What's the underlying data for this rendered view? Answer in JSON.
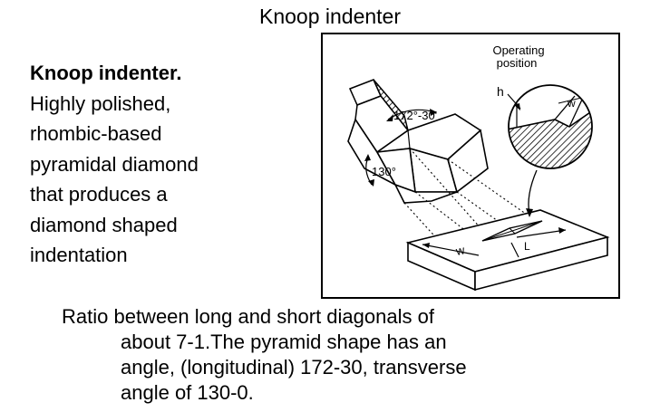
{
  "slide": {
    "title": "Knoop indenter"
  },
  "description": {
    "heading": "Knoop indenter.",
    "lines": [
      "Highly polished,",
      "rhombic-based",
      "pyramidal diamond",
      "that produces a",
      "diamond shaped",
      "indentation"
    ]
  },
  "figure": {
    "operating_position": [
      "Operating",
      "position"
    ],
    "longitudinal_angle": "172°-30'",
    "transverse_angle": "130°",
    "label_h": "h",
    "label_w": "w",
    "label_w_specimen": "w",
    "label_l": "L"
  },
  "notes": {
    "lines": [
      "Ratio between long and short diagonals of",
      "about 7-1.The pyramid shape has an",
      "angle, (longitudinal) 172-30, transverse",
      "angle of 130-0."
    ]
  }
}
